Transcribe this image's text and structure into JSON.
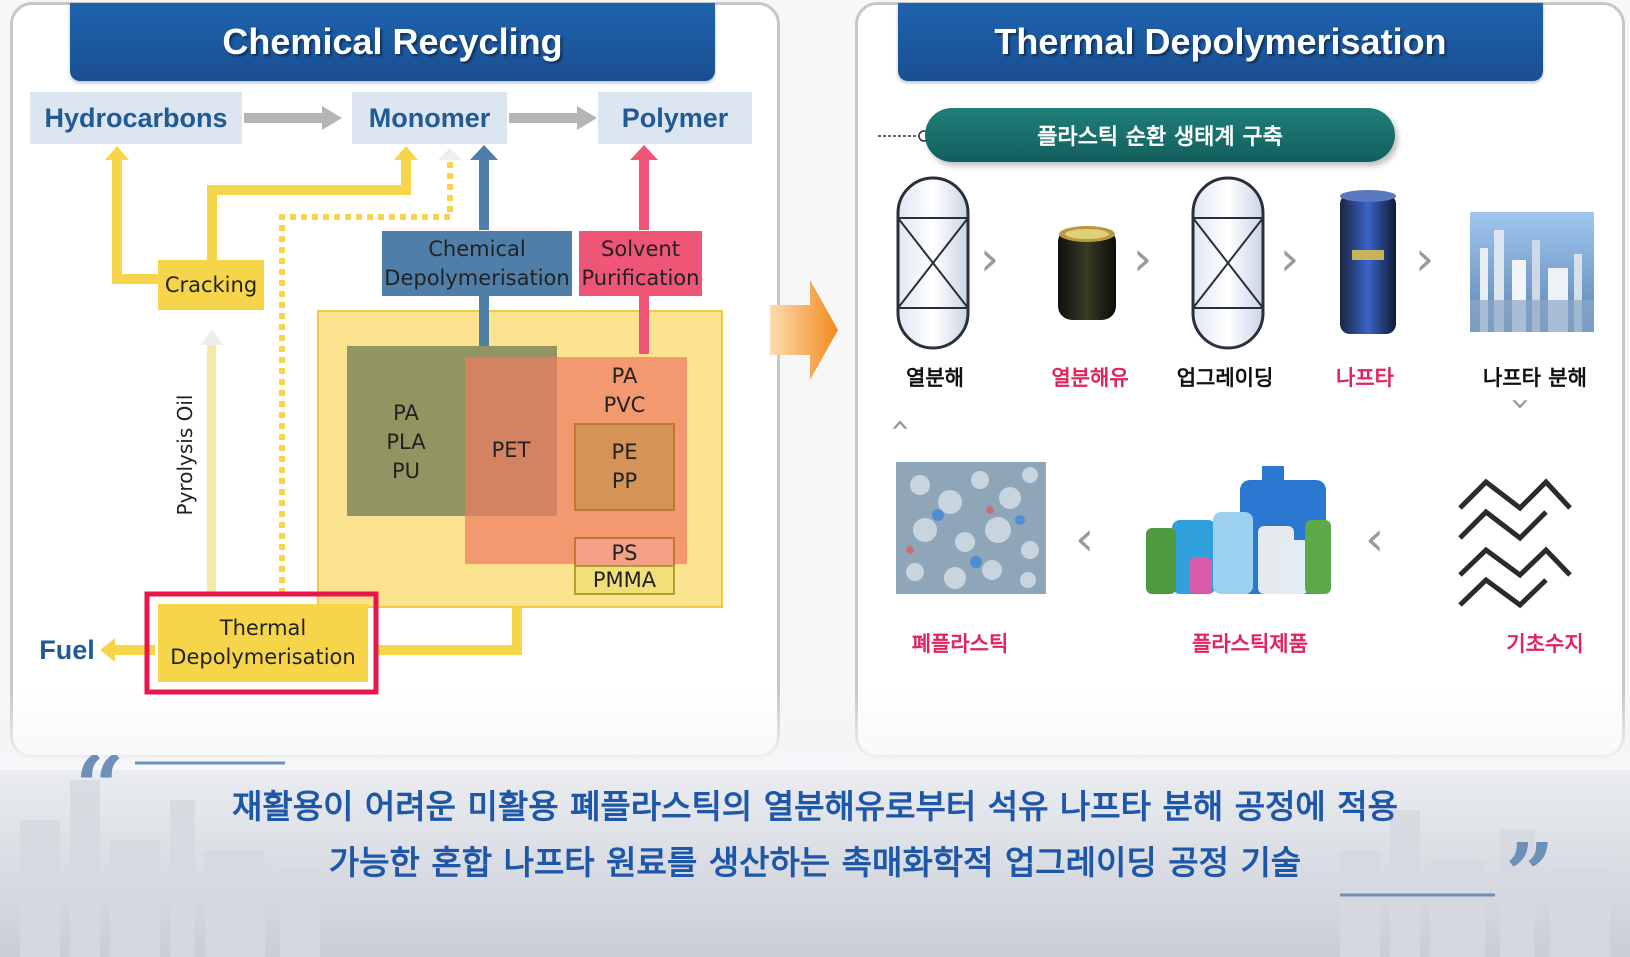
{
  "left_panel": {
    "title": "Chemical Recycling",
    "top_labels": {
      "hydrocarbons": "Hydrocarbons",
      "monomer": "Monomer",
      "polymer": "Polymer"
    },
    "boxes": {
      "cracking": "Cracking",
      "chemical_depolymerisation": "Chemical\nDepolymerisation",
      "solvent_purification": "Solvent\nPurification",
      "thermal_depolymerisation": "Thermal\nDepolymerisation"
    },
    "materials": {
      "pa_pla_pu": "PA\nPLA\nPU",
      "pet": "PET",
      "pa_pvc": "PA\nPVC",
      "pe_pp": "PE\nPP",
      "ps": "PS",
      "pmma": "PMMA"
    },
    "pyrolysis_oil": "Pyrolysis Oil",
    "fuel": "Fuel"
  },
  "right_panel": {
    "title": "Thermal Depolymerisation",
    "pill": "플라스틱 순환 생태계 구축",
    "row1": [
      {
        "label": "열분해",
        "highlight": false,
        "icon": "reactor-vessel-icon"
      },
      {
        "label": "열분해유",
        "highlight": true,
        "icon": "pyrolysis-oil-drum-icon"
      },
      {
        "label": "업그레이딩",
        "highlight": false,
        "icon": "reactor-vessel-icon"
      },
      {
        "label": "나프타",
        "highlight": true,
        "icon": "naphtha-drum-icon"
      },
      {
        "label": "나프타 분해",
        "highlight": false,
        "icon": "refinery-plant-icon"
      }
    ],
    "row2": [
      {
        "label": "폐플라스틱",
        "highlight": true,
        "icon": "plastic-waste-bale-icon"
      },
      {
        "label": "플라스틱제품",
        "highlight": true,
        "icon": "plastic-bottles-icon"
      },
      {
        "label": "기초수지",
        "highlight": true,
        "icon": "polymer-chain-icon"
      }
    ]
  },
  "quote": {
    "line1": "재활용이 어려운 미활용 폐플라스틱의 열분해유로부터 석유 나프타 분해 공정에 적용",
    "line2": "가능한 혼합 나프타 원료를 생산하는 촉매화학적 업그레이딩 공정 기술"
  },
  "colors": {
    "header_blue": "#1e5aa0",
    "label_blue": "#225a94",
    "label_bg": "#dce6f0",
    "yellow": "#f7d54a",
    "steel_blue": "#4f7fa8",
    "pink": "#ee5577",
    "highlight_red": "#e0245e",
    "teal": "#1a6f6b"
  }
}
